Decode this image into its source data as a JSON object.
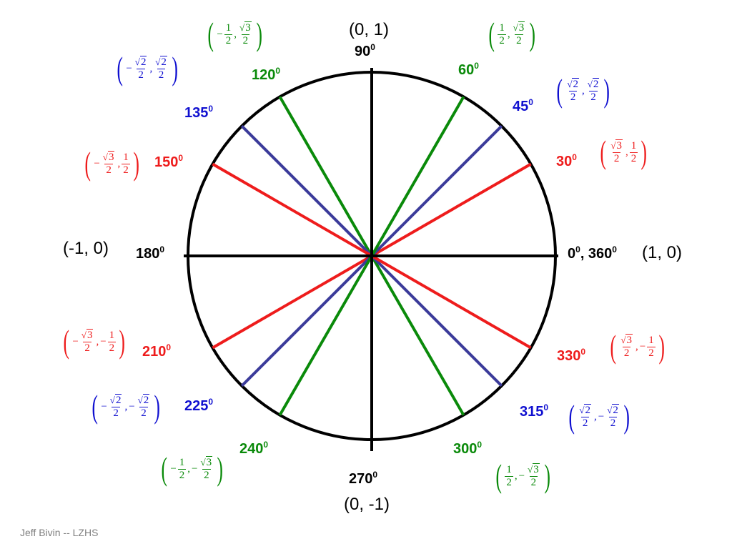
{
  "colors": {
    "axis": "#000000",
    "red": "#ee1c1c",
    "blue": "#3b3b9a",
    "green": "#0a8a0a",
    "blue_label": "#1010d0",
    "credit": "#808080"
  },
  "angles": [
    {
      "deg": "0",
      "label": "0",
      "label_suffix": ", 360",
      "sup": "0",
      "color": "black",
      "line": "axis",
      "coord_x": "1",
      "coord_y": "0",
      "point": "(1, 0)"
    },
    {
      "deg": "30",
      "label": "30",
      "sup": "0",
      "color": "red",
      "line": "red",
      "coord_x": "√3/2",
      "coord_y": "1/2"
    },
    {
      "deg": "45",
      "label": "45",
      "sup": "0",
      "color": "blue",
      "line": "blue",
      "coord_x": "√2/2",
      "coord_y": "√2/2"
    },
    {
      "deg": "60",
      "label": "60",
      "sup": "0",
      "color": "green",
      "line": "green",
      "coord_x": "1/2",
      "coord_y": "√3/2"
    },
    {
      "deg": "90",
      "label": "90",
      "sup": "0",
      "color": "black",
      "line": "axis",
      "point": "(0, 1)"
    },
    {
      "deg": "120",
      "label": "120",
      "sup": "0",
      "color": "green",
      "line": "green",
      "coord_x": "-1/2",
      "coord_y": "√3/2"
    },
    {
      "deg": "135",
      "label": "135",
      "sup": "0",
      "color": "blue",
      "line": "blue",
      "coord_x": "-√2/2",
      "coord_y": "√2/2"
    },
    {
      "deg": "150",
      "label": "150",
      "sup": "0",
      "color": "red",
      "line": "red",
      "coord_x": "-√3/2",
      "coord_y": "1/2"
    },
    {
      "deg": "180",
      "label": "180",
      "sup": "0",
      "color": "black",
      "line": "axis",
      "point": "(-1, 0)"
    },
    {
      "deg": "210",
      "label": "210",
      "sup": "0",
      "color": "red",
      "line": "red",
      "coord_x": "-√3/2",
      "coord_y": "-1/2"
    },
    {
      "deg": "225",
      "label": "225",
      "sup": "0",
      "color": "blue",
      "line": "blue",
      "coord_x": "-√2/2",
      "coord_y": "-√2/2"
    },
    {
      "deg": "240",
      "label": "240",
      "sup": "0",
      "color": "green",
      "line": "green",
      "coord_x": "-1/2",
      "coord_y": "-√3/2"
    },
    {
      "deg": "270",
      "label": "270",
      "sup": "0",
      "color": "black",
      "line": "axis",
      "point": "(0, -1)"
    },
    {
      "deg": "300",
      "label": "300",
      "sup": "0",
      "color": "green",
      "line": "green",
      "coord_x": "1/2",
      "coord_y": "-√3/2"
    },
    {
      "deg": "315",
      "label": "315",
      "sup": "0",
      "color": "blue",
      "line": "blue",
      "coord_x": "√2/2",
      "coord_y": "-√2/2"
    },
    {
      "deg": "330",
      "label": "330",
      "sup": "0",
      "color": "red",
      "line": "red",
      "coord_x": "√3/2",
      "coord_y": "-1/2"
    }
  ],
  "credit": "Jeff Bivin -- LZHS"
}
